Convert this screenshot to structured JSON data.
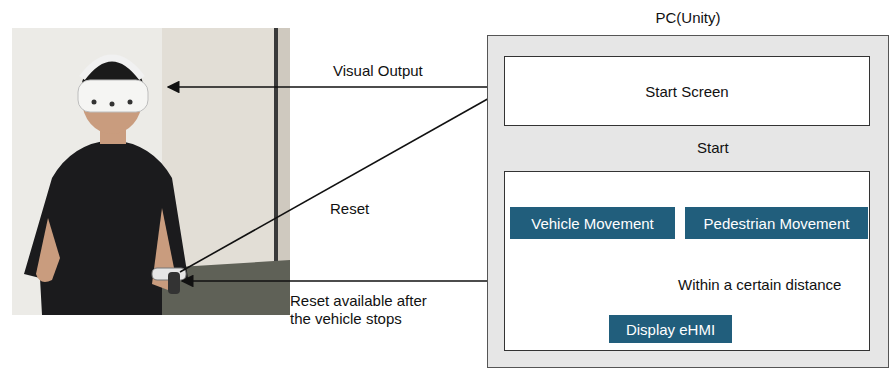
{
  "diagram": {
    "nodes": [
      {
        "text": [
          "PC(Unity)"
        ]
      },
      {
        "text": [
          "Start Screen"
        ],
        "in": 0
      },
      {
        "text": [],
        "in": 0
      },
      {
        "text": [
          "Vehicle Movement"
        ],
        "in": 2
      },
      {
        "text": [
          "Pedestrian Movement"
        ],
        "in": 2
      },
      {
        "text": [
          "Display eHMI"
        ],
        "in": 2
      }
    ],
    "edges": [
      {
        "from": 1,
        "to": 2,
        "label": "Start",
        "arrow": "to"
      },
      {
        "from": 3,
        "to": 5,
        "arrow": "to"
      },
      {
        "from": 4,
        "to": 5,
        "arrow": "to"
      }
    ],
    "labels": [
      "Visual Output",
      "Reset",
      "Reset available after the vehicle stops",
      "Within a certain distance"
    ]
  }
}
